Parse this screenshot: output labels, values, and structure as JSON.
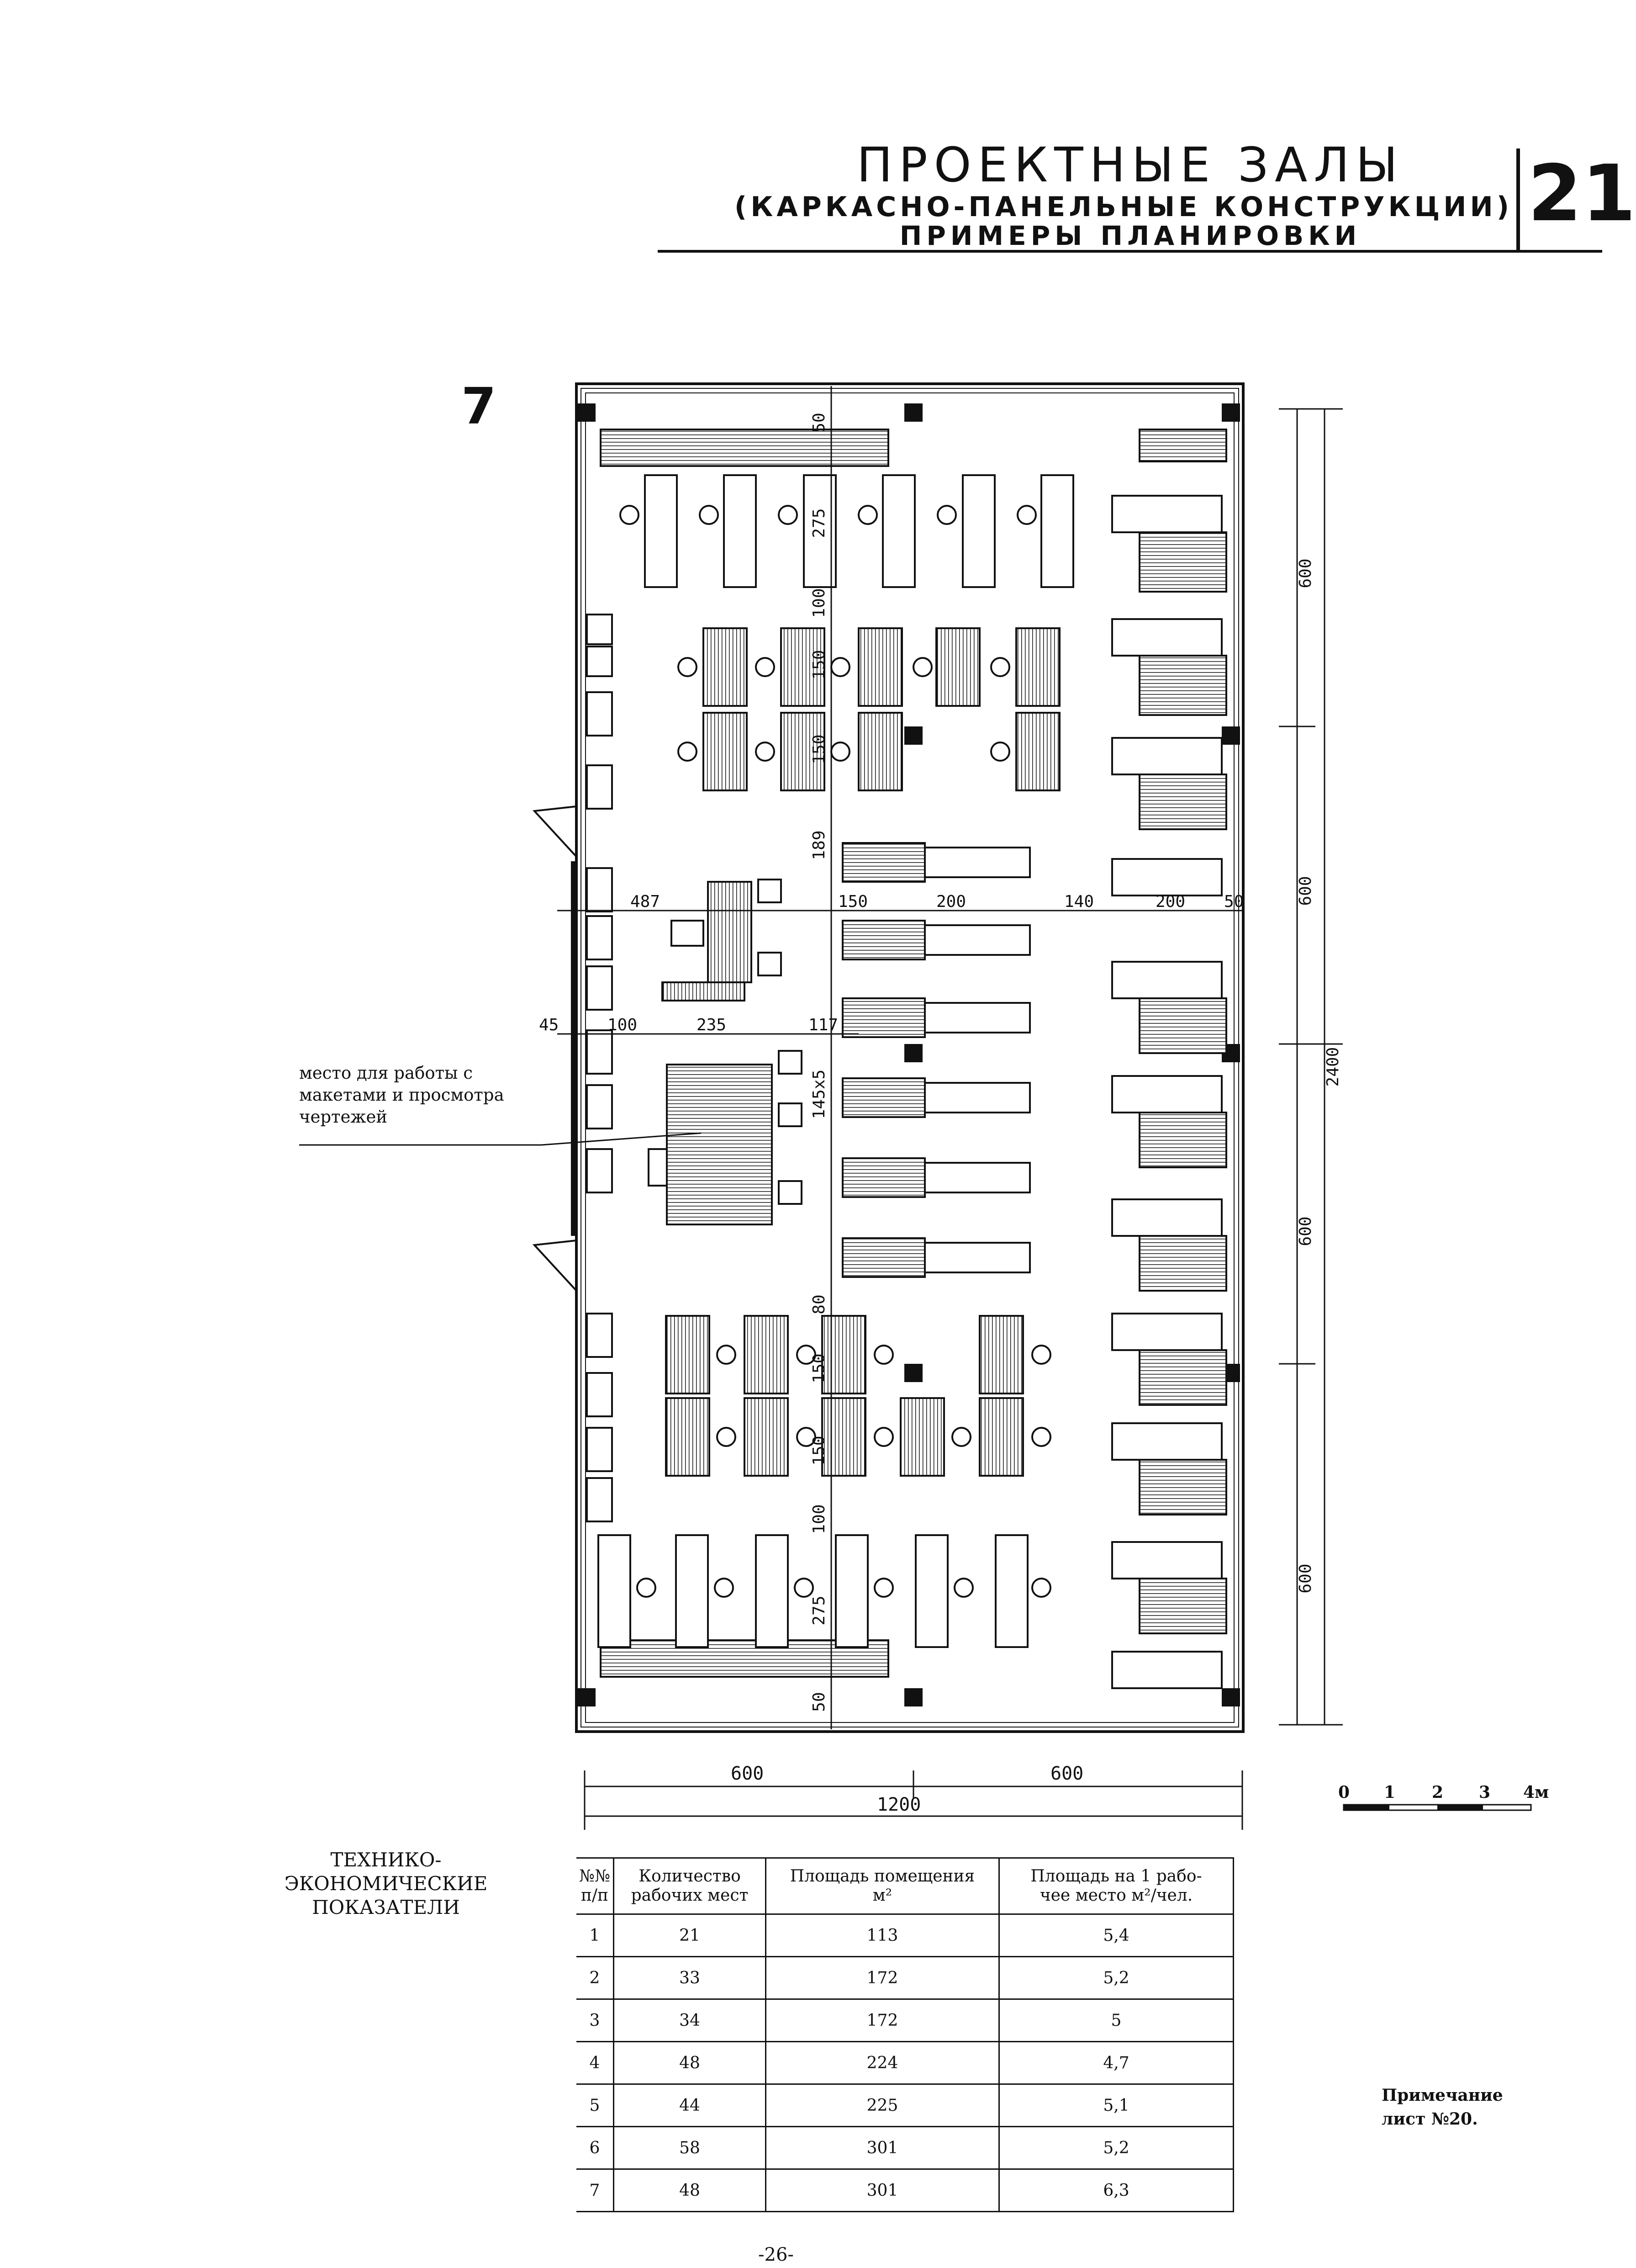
{
  "header": {
    "title": "ПРОЕКТНЫЕ ЗАЛЫ",
    "subtitle": "(КАРКАСНО-ПАНЕЛЬНЫЕ  КОНСТРУКЦИИ)",
    "subtitle2": "ПРИМЕРЫ ПЛАНИРОВКИ",
    "page_number": "21"
  },
  "plan": {
    "number": "7",
    "dimensions": {
      "left_col_top": [
        "50",
        "275",
        "100",
        "150",
        "150",
        "189"
      ],
      "left_col_bottom": [
        "80",
        "150",
        "150",
        "100",
        "275",
        "50"
      ],
      "mid_145": "145x5",
      "row_upper": [
        "487",
        "150",
        "200",
        "140",
        "200",
        "50"
      ],
      "row_lower": [
        "45",
        "100",
        "235",
        "117"
      ],
      "right_v": [
        "600",
        "600",
        "2400",
        "600",
        "600"
      ],
      "bottom": [
        "600",
        "600",
        "1200"
      ]
    },
    "caption": "место для работы с\nмакетами и просмотра\nчертежей"
  },
  "scale_bar": {
    "labels": [
      "0",
      "1",
      "2",
      "3",
      "4м"
    ]
  },
  "indicators": {
    "heading": "ТЕХНИКО-\nЭКОНОМИЧЕСКИЕ\nПОКАЗАТЕЛИ",
    "columns": [
      "№№\nп/п",
      "Количество\nрабочих мест",
      "Площадь помещения\nм²",
      "Площадь на 1 рабо-\nчее место м²/чел."
    ],
    "rows": [
      [
        "1",
        "21",
        "113",
        "5,4"
      ],
      [
        "2",
        "33",
        "172",
        "5,2"
      ],
      [
        "3",
        "34",
        "172",
        "5"
      ],
      [
        "4",
        "48",
        "224",
        "4,7"
      ],
      [
        "5",
        "44",
        "225",
        "5,1"
      ],
      [
        "6",
        "58",
        "301",
        "5,2"
      ],
      [
        "7",
        "48",
        "301",
        "6,3"
      ]
    ]
  },
  "note": "Примечание\nлист №20.",
  "footer": "-26-"
}
